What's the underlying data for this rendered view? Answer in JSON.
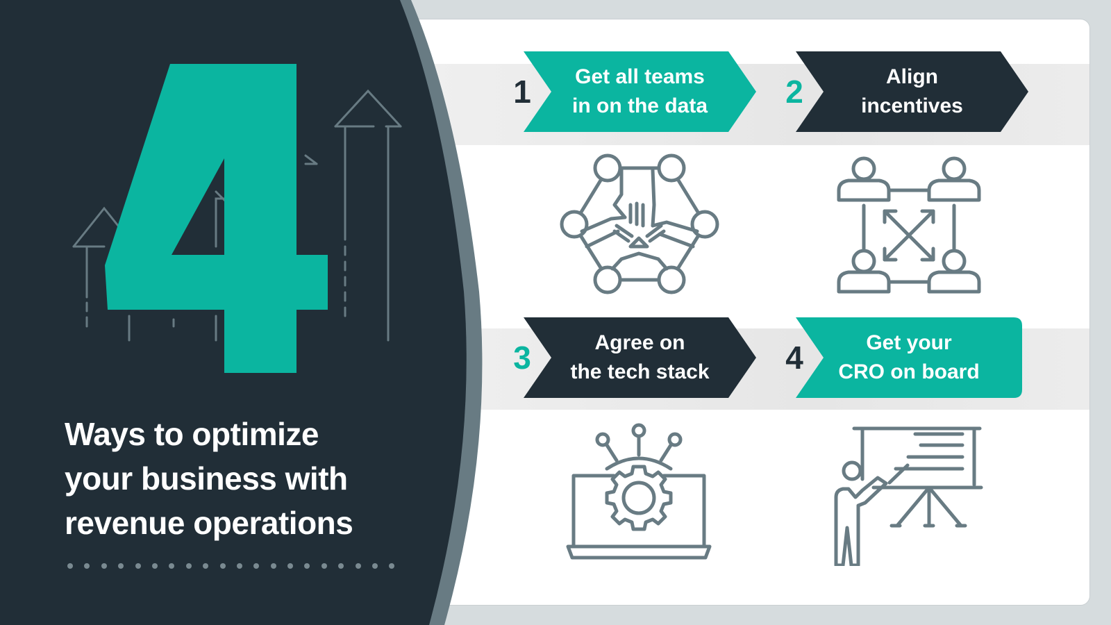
{
  "hero": {
    "big_number": "4",
    "title": "Ways to optimize\nyour business with\nrevenue operations",
    "dot_count": 20
  },
  "steps": [
    {
      "number": "1",
      "label": "Get all teams\nin on the data",
      "style": "teal",
      "icon": "team-hands-network-icon"
    },
    {
      "number": "2",
      "label": "Align\nincentives",
      "style": "dark",
      "icon": "people-network-arrows-icon"
    },
    {
      "number": "3",
      "label": "Agree on\nthe tech stack",
      "style": "dark",
      "icon": "laptop-gear-icon"
    },
    {
      "number": "4",
      "label": "Get your\nCRO on board",
      "style": "teal",
      "icon": "presenter-whiteboard-icon"
    }
  ],
  "colors": {
    "teal": "#0bb5a0",
    "dark": "#212e37",
    "gray_line": "#687b83",
    "background": "#d6dcde"
  }
}
